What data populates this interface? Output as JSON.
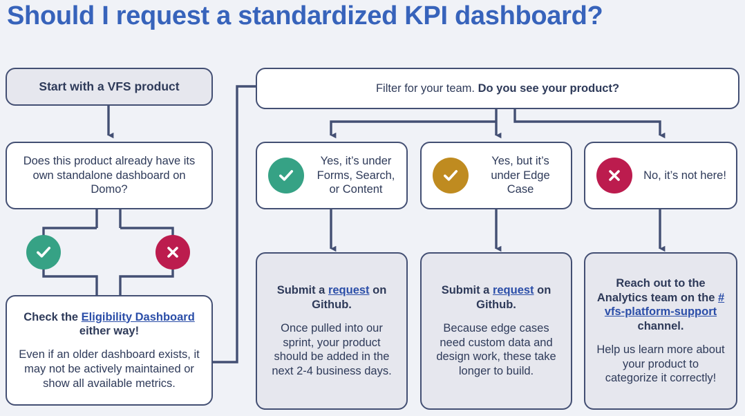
{
  "page": {
    "title": "Should I request a standardized KPI dashboard?",
    "background_color": "#f0f2f7",
    "title_color": "#3763bb",
    "line_color": "#434f73"
  },
  "colors": {
    "green": "#36a285",
    "gold": "#bf8b20",
    "crimson": "#bc1c4e",
    "link": "#2b4ea8",
    "box_gray": "#e6e7ee",
    "box_white": "#ffffff",
    "text": "#2e3a59"
  },
  "nodes": {
    "start": {
      "label": "Start with a VFS product"
    },
    "domo_question": {
      "label": "Does this product already have its own standalone dashboard on Domo?"
    },
    "eligibility": {
      "line1_pre": "Check the ",
      "line1_link": "Eligibility Dashboard",
      "line1_post": " either way!",
      "body": "Even if an older dashboard exists, it may not be actively maintained or show all available metrics."
    },
    "filter": {
      "normal": "Filter for your team. ",
      "bold": "Do you see your product?"
    },
    "option_forms": {
      "icon": "check-circle-icon",
      "icon_color": "#36a285",
      "label": "Yes, it’s under Forms, Search, or Content"
    },
    "option_edge": {
      "icon": "check-circle-icon",
      "icon_color": "#bf8b20",
      "label": "Yes, but it’s under Edge Case"
    },
    "option_none": {
      "icon": "x-circle-icon",
      "icon_color": "#bc1c4e",
      "label": "No, it’s not here!"
    },
    "outcome_forms": {
      "head_pre": "Submit a ",
      "head_link": "request",
      "head_post": " on Github.",
      "body": "Once pulled into our sprint, your product should be added in the next 2-4 business days."
    },
    "outcome_edge": {
      "head_pre": "Submit a ",
      "head_link": "request",
      "head_post": " on Github.",
      "body": "Because edge cases need custom data and design work, these take longer to build."
    },
    "outcome_none": {
      "head_pre": "Reach out to the Analytics team on the ",
      "head_link": "#vfs-platform-support",
      "head_post": " channel.",
      "body": "Help us  learn more about your product to categorize it correctly!"
    }
  },
  "branch_badges": {
    "yes": {
      "icon": "check-circle-icon",
      "color": "#36a285"
    },
    "no": {
      "icon": "x-circle-icon",
      "color": "#bc1c4e"
    }
  }
}
